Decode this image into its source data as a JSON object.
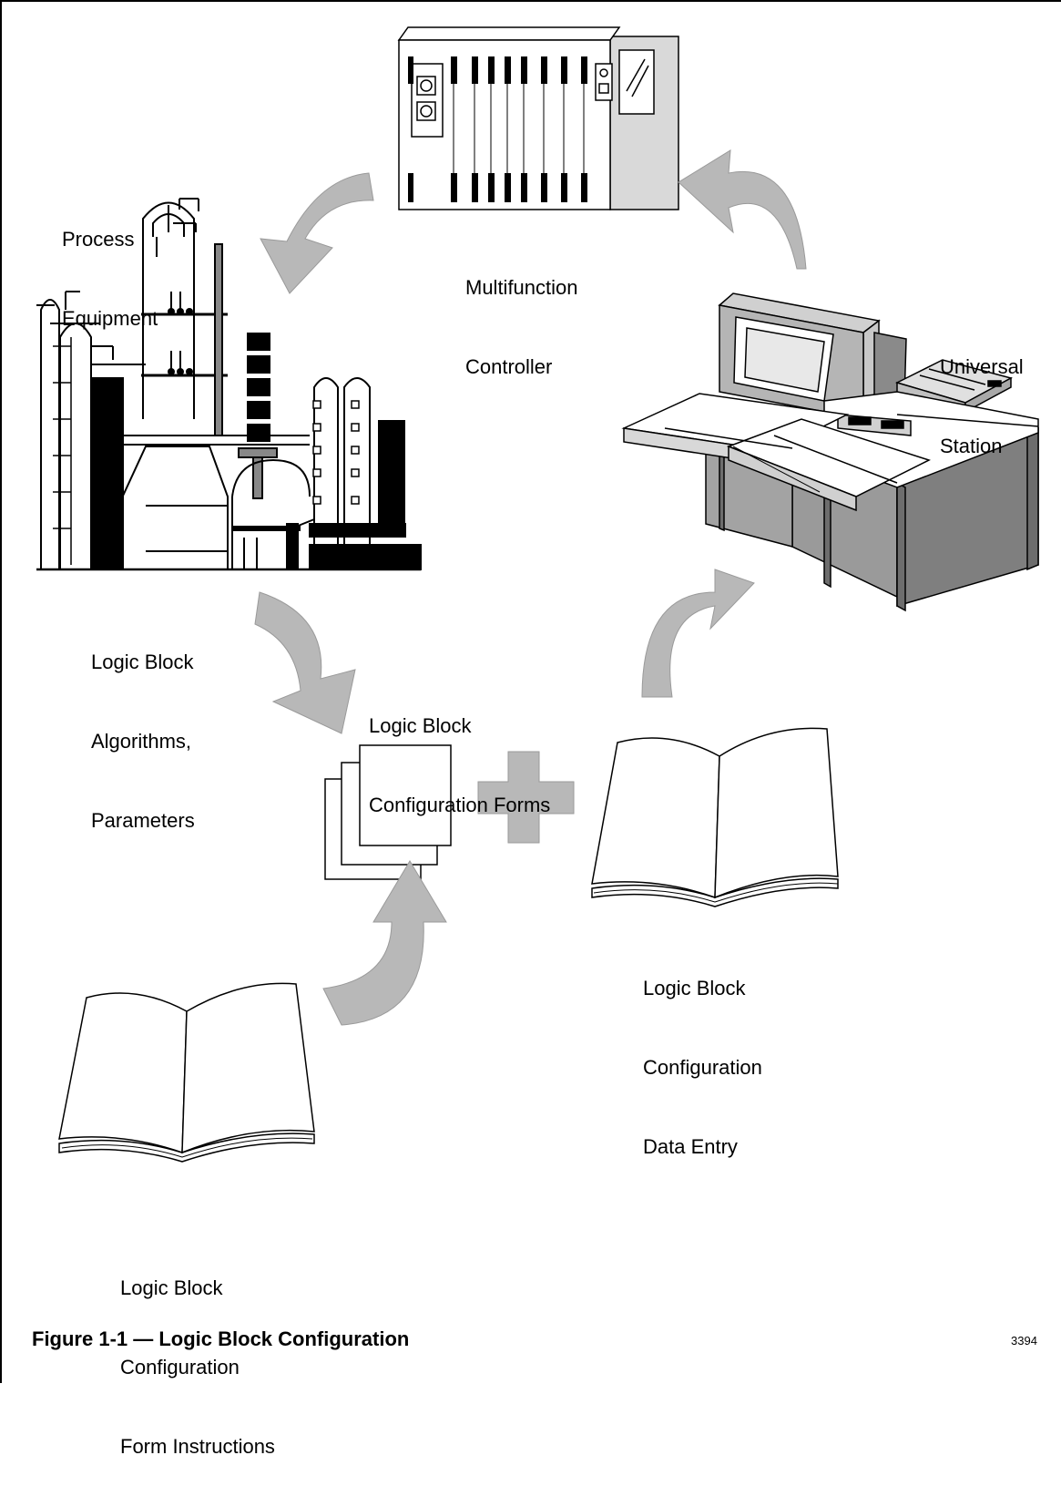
{
  "figure": {
    "caption": "Figure 1-1 — Logic Block Configuration",
    "number": "3394"
  },
  "labels": {
    "process_equipment": [
      "Process",
      "Equipment"
    ],
    "multifunction_controller": [
      "Multifunction",
      "Controller"
    ],
    "universal_station": [
      "Universal",
      "Station"
    ],
    "algorithms": [
      "Logic Block",
      "Algorithms,",
      "Parameters"
    ],
    "config_forms": [
      "Logic Block",
      "Configuration Forms"
    ],
    "data_entry": [
      "Logic Block",
      "Configuration",
      "Data Entry"
    ],
    "form_instructions": [
      "Logic Block",
      "Configuration",
      "Form Instructions"
    ]
  },
  "colors": {
    "arrow_fill": "#b8b8b8",
    "console_gray": "#9a9a9a",
    "line": "#000000"
  }
}
